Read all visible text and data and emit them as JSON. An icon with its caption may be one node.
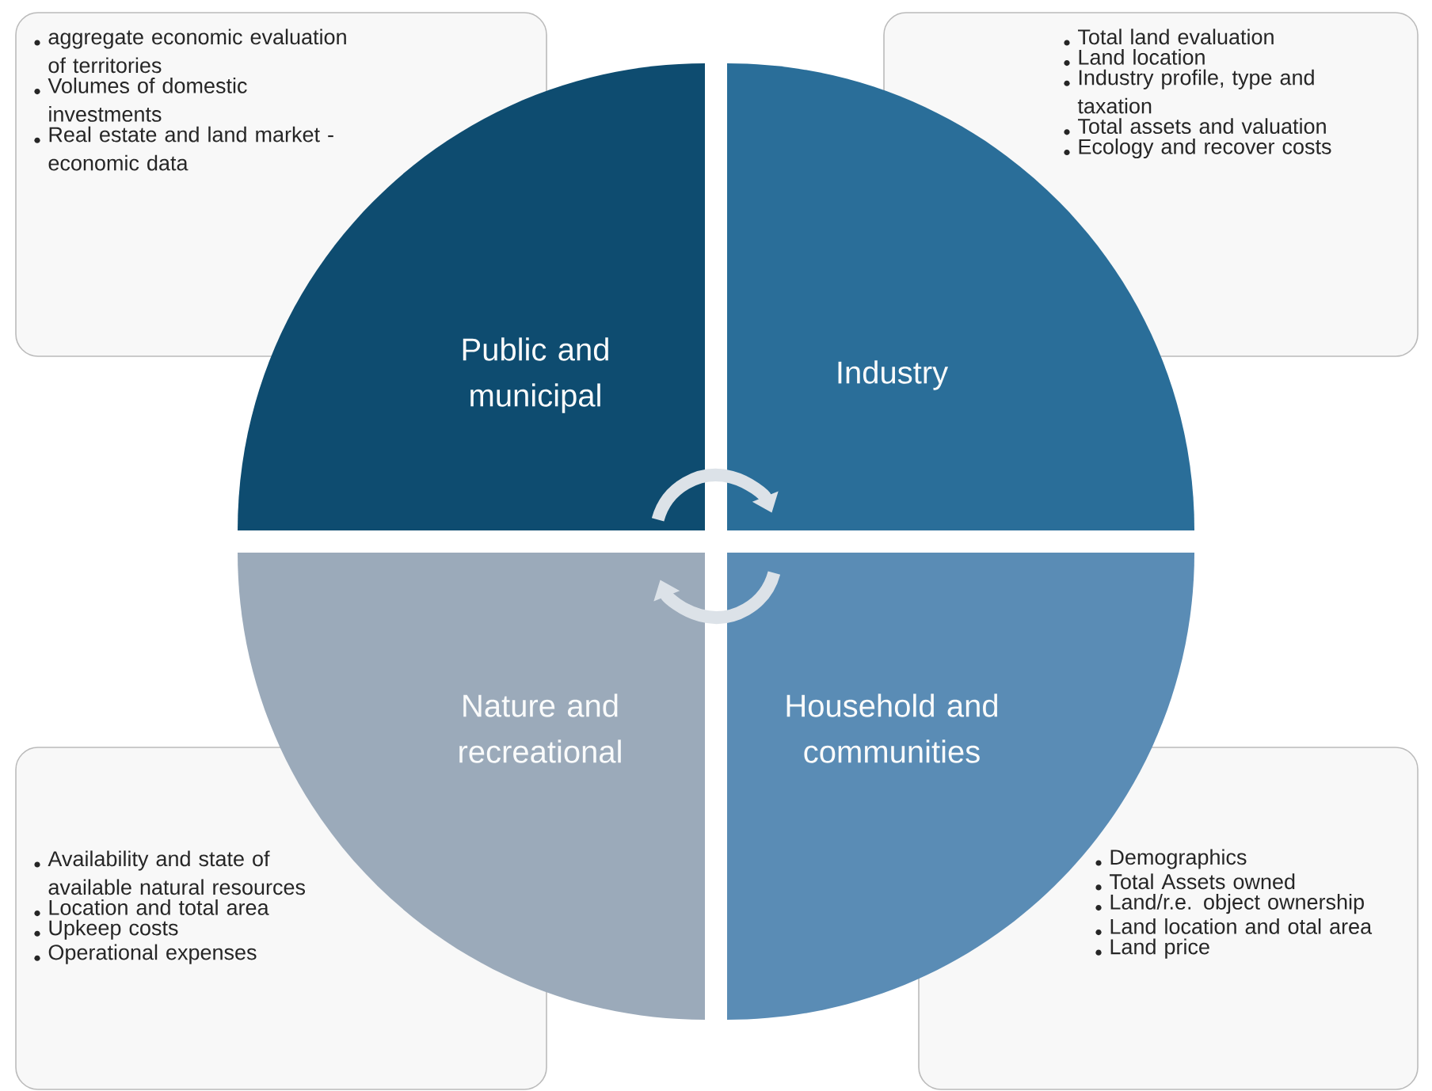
{
  "diagram": {
    "nodes": [
      {
        "text": [
          "aggregate economic evaluation of territories",
          "Volumes of domestic investments",
          "Real estate and land market - economic data"
        ]
      },
      {
        "text": [
          "Total land evaluation",
          "Land location",
          "Industry profile, type and taxation",
          "Total assets and valuation",
          "Ecology and recover costs"
        ]
      },
      {
        "text": [
          "Public and municipal"
        ]
      },
      {
        "text": [
          "Industry"
        ]
      },
      {
        "text": [
          "Nature and recreational"
        ]
      },
      {
        "text": [
          "Household and communities"
        ]
      },
      {
        "text": [
          "Availability and state of available natural resources",
          "Location and total area",
          "Upkeep costs",
          "Operational expenses"
        ]
      },
      {
        "text": [
          "Demographics",
          "Total Assets owned",
          "Land/r.e. object ownership",
          "Land location and otal area",
          "Land price"
        ]
      }
    ],
    "edges": [
      {
        "from": 2,
        "to": 3,
        "arrow": "to"
      },
      {
        "from": 5,
        "to": 4,
        "arrow": "to"
      }
    ]
  }
}
